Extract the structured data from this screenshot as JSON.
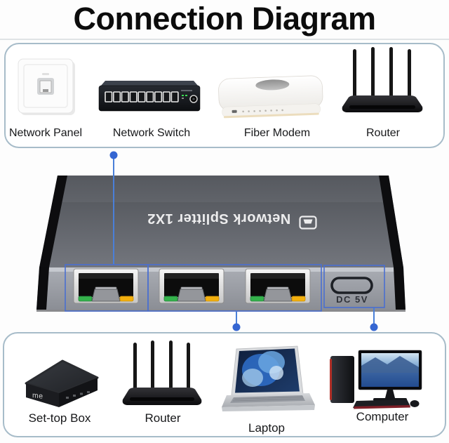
{
  "title": "Connection Diagram",
  "top_group": {
    "devices": [
      {
        "label": "Network Panel"
      },
      {
        "label": "Network Switch"
      },
      {
        "label": "Fiber Modem"
      },
      {
        "label": "Router"
      }
    ]
  },
  "splitter": {
    "label": "Network Splitter 1X2",
    "power_label": "DC 5V"
  },
  "bottom_group": {
    "devices": [
      {
        "label": "Set-top Box",
        "logo": "me"
      },
      {
        "label": "Router"
      },
      {
        "label": "Laptop"
      },
      {
        "label": "Computer"
      }
    ]
  },
  "colors": {
    "connector_blue": "#4a7fd8",
    "connector_dot_blue": "#3566d2",
    "port_highlight_blue": "#4a6fd0",
    "group_border": "#a7bcc9",
    "led_green": "#35b34c",
    "led_yellow": "#f3b00e",
    "title_text": "#0c0c0c"
  }
}
